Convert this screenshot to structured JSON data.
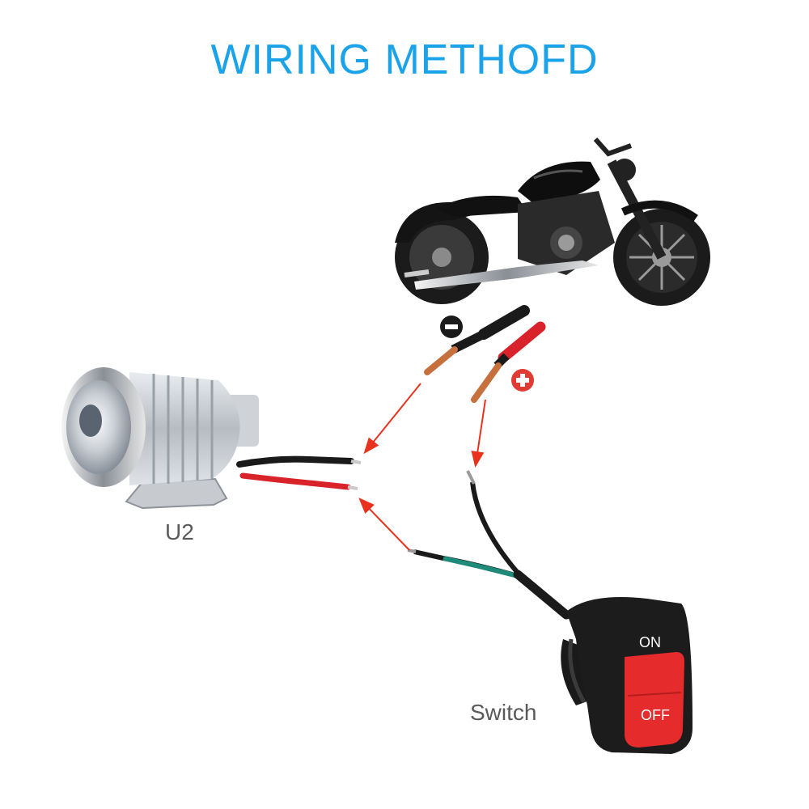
{
  "title": "WIRING METHOFD",
  "components": {
    "headlight_label": "U2",
    "switch_label": "Switch",
    "switch_on_text": "ON",
    "switch_off_text": "OFF"
  },
  "polarity": {
    "negative_symbol": "−",
    "positive_symbol": "+"
  },
  "icons": [
    "motorcycle-icon",
    "headlight-icon",
    "handlebar-switch-icon",
    "minus-icon",
    "plus-icon"
  ],
  "colors": {
    "title": "#1aa3e8",
    "arrow": "#e8321e",
    "wire_red": "#d9232b",
    "wire_black": "#1a1a1a",
    "wire_green": "#1d8a7a",
    "switch_button": "#e52b2b"
  }
}
